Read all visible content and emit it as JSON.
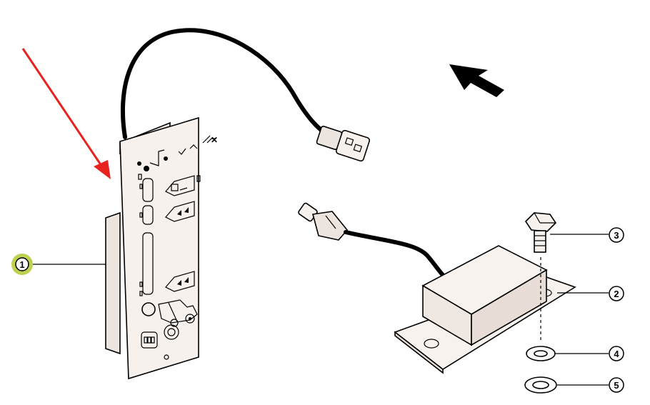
{
  "callouts": [
    {
      "id": "1",
      "label": "1",
      "highlight": true,
      "highlight_color": "#b5c832"
    },
    {
      "id": "2",
      "label": "2",
      "highlight": false
    },
    {
      "id": "3",
      "label": "3",
      "highlight": false
    },
    {
      "id": "4",
      "label": "4",
      "highlight": false
    },
    {
      "id": "5",
      "label": "5",
      "highlight": false
    }
  ],
  "colors": {
    "pointer_arrow": "#e8231f",
    "direction_arrow": "#000000",
    "ink": "#000000"
  },
  "icons": {
    "pointer": "red-arrow-icon",
    "direction": "black-arrow-icon",
    "vehicle": "telehandler-icon"
  }
}
